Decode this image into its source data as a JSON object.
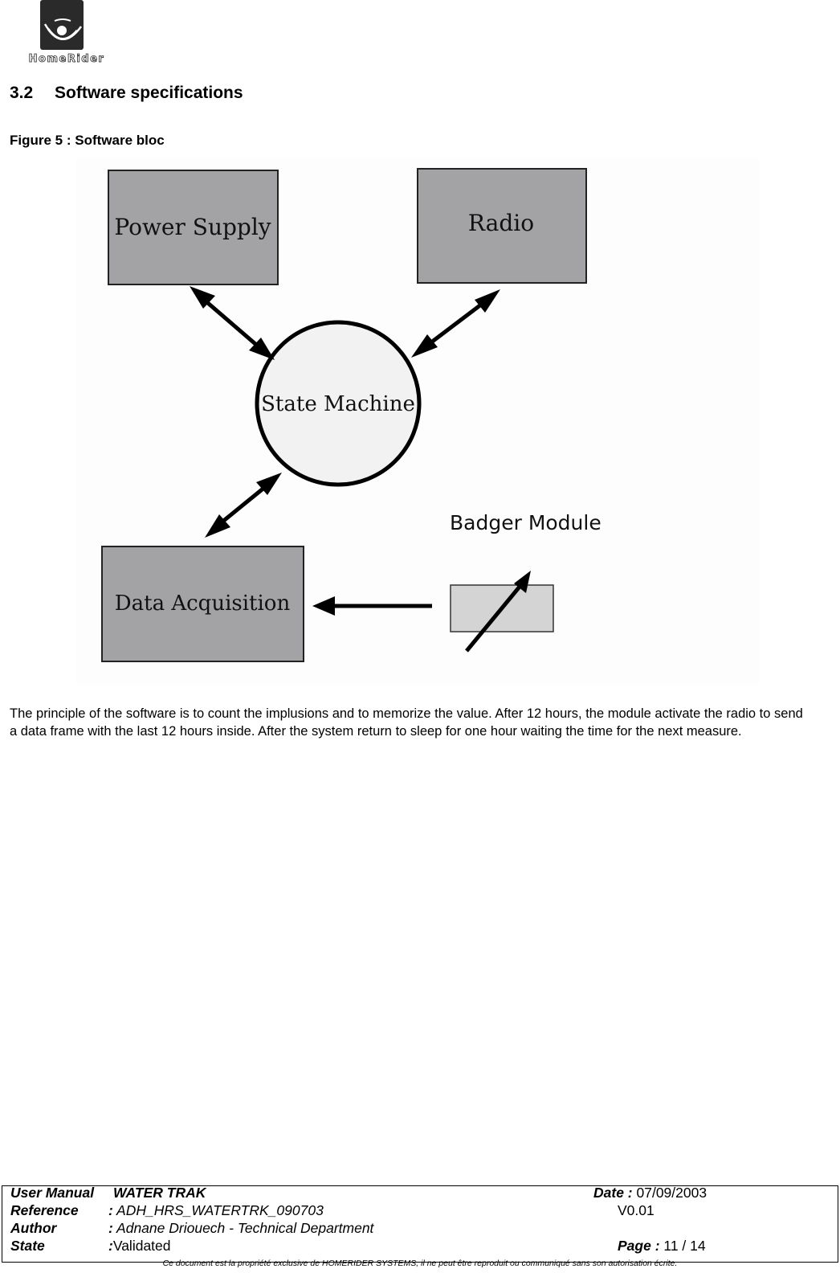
{
  "header": {
    "logo_text": "HomeRider"
  },
  "section": {
    "number": "3.2",
    "title": "Software specifications"
  },
  "figure": {
    "caption": "Figure 5 : Software bloc",
    "blocks": {
      "power_supply": "Power Supply",
      "radio": "Radio",
      "state_machine": "State Machine",
      "data_acquisition": "Data Acquisition",
      "badger_module": "Badger Module"
    }
  },
  "body": {
    "paragraph": "The principle of the software is to count the implusions and to memorize the value. After 12 hours, the module activate the radio to send a data frame with the last 12 hours inside. After the system return to sleep for one hour waiting the time for the next measure."
  },
  "footer": {
    "doc_type_label": "User Manual",
    "doc_name": "WATER TRAK",
    "date_label": "Date :",
    "date_value": "07/09/2003",
    "reference_label": "Reference",
    "reference_value": "ADH_HRS_WATERTRK_090703",
    "version": "V0.01",
    "author_label": "Author",
    "author_value": "Adnane Driouech - Technical Department",
    "state_label": "State",
    "state_value": "Validated",
    "page_label": "Page :",
    "page_value": "11 / 14",
    "colon": ":",
    "disclaimer": "Ce document est la propriété exclusive  de HOMERIDER SYSTEMS, il ne peut être reproduit ou communiqué sans son autorisation écrite."
  },
  "colors": {
    "block_fill": "#a3a3a6",
    "badger_fill": "#d4d4d4",
    "circle_fill": "#f2f2f2"
  }
}
